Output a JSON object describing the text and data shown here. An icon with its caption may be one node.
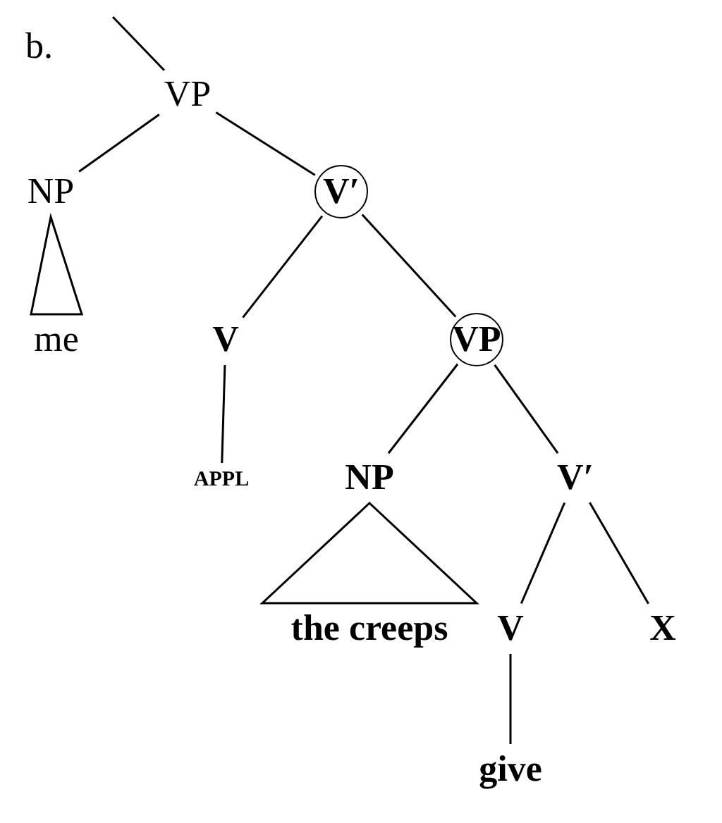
{
  "diagram": {
    "nodes": [
      {
        "text": [
          "VP"
        ]
      },
      {
        "text": [
          "NP"
        ]
      },
      {
        "text": [
          "V′"
        ]
      },
      {
        "text": [
          "me"
        ]
      },
      {
        "text": [
          "V"
        ]
      },
      {
        "text": [
          "VP"
        ]
      },
      {
        "text": [
          "APPL"
        ]
      },
      {
        "text": [
          "NP"
        ]
      },
      {
        "text": [
          "V′"
        ]
      },
      {
        "text": [
          "the creeps"
        ]
      },
      {
        "text": [
          "V"
        ]
      },
      {
        "text": [
          "X"
        ]
      },
      {
        "text": [
          "give"
        ]
      }
    ],
    "edges": [
      {
        "from": 0,
        "to": null,
        "arrow": "none"
      },
      {
        "from": 0,
        "to": 1,
        "arrow": "none"
      },
      {
        "from": 0,
        "to": 2,
        "arrow": "none"
      },
      {
        "from": 1,
        "to": 3,
        "arrow": "none"
      },
      {
        "from": 2,
        "to": 4,
        "arrow": "none"
      },
      {
        "from": 2,
        "to": 5,
        "arrow": "none"
      },
      {
        "from": 4,
        "to": 6,
        "arrow": "none"
      },
      {
        "from": 5,
        "to": 7,
        "arrow": "none"
      },
      {
        "from": 5,
        "to": 8,
        "arrow": "none"
      },
      {
        "from": 7,
        "to": 9,
        "arrow": "none"
      },
      {
        "from": 8,
        "to": 10,
        "arrow": "none"
      },
      {
        "from": 8,
        "to": 11,
        "arrow": "none"
      },
      {
        "from": 10,
        "to": 12,
        "arrow": "none"
      }
    ],
    "labels": [
      "b."
    ]
  }
}
